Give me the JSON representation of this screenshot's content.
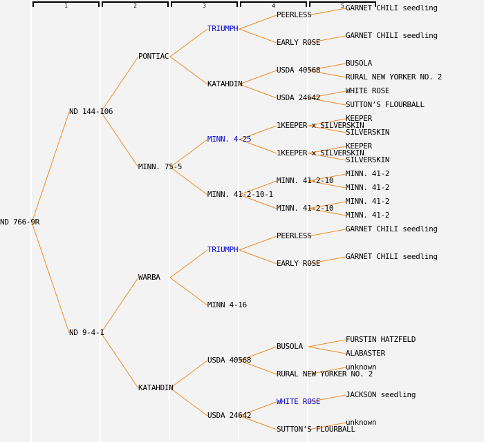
{
  "columns": [
    {
      "label": "1"
    },
    {
      "label": "2"
    },
    {
      "label": "3"
    },
    {
      "label": "4"
    },
    {
      "label": "5"
    }
  ],
  "colors": {
    "line": "#ee8a22",
    "highlight_text": "#0000cc",
    "text": "#000000",
    "background": "#f3f3f3"
  },
  "pedigree": {
    "name": "ND 766-9R",
    "children": [
      {
        "name": "ND 144-106",
        "children": [
          {
            "name": "PONTIAC",
            "children": [
              {
                "name": "TRIUMPH",
                "highlight": true,
                "children": [
                  {
                    "name": "PEERLESS",
                    "children": [
                      {
                        "name": "GARNET CHILI seedling"
                      }
                    ]
                  },
                  {
                    "name": "EARLY ROSE",
                    "children": [
                      {
                        "name": "GARNET CHILI seedling"
                      }
                    ]
                  }
                ]
              },
              {
                "name": "KATAHDIN",
                "children": [
                  {
                    "name": "USDA 40568",
                    "children": [
                      {
                        "name": "BUSOLA"
                      },
                      {
                        "name": "RURAL NEW YORKER NO. 2"
                      }
                    ]
                  },
                  {
                    "name": "USDA 24642",
                    "children": [
                      {
                        "name": "WHITE ROSE"
                      },
                      {
                        "name": "SUTTON’S FLOURBALL"
                      }
                    ]
                  }
                ]
              }
            ]
          },
          {
            "name": "MINN. 75-5",
            "children": [
              {
                "name": "MINN. 4-25",
                "highlight": true,
                "children": [
                  {
                    "name": "1KEEPER x SILVERSKIN",
                    "children": [
                      {
                        "name": "KEEPER"
                      },
                      {
                        "name": "SILVERSKIN"
                      }
                    ]
                  },
                  {
                    "name": "1KEEPER x SILVERSKIN",
                    "children": [
                      {
                        "name": "KEEPER"
                      },
                      {
                        "name": "SILVERSKIN"
                      }
                    ]
                  }
                ]
              },
              {
                "name": "MINN. 41-2-10-1",
                "children": [
                  {
                    "name": "MINN. 41-2-10",
                    "children": [
                      {
                        "name": "MINN. 41-2"
                      },
                      {
                        "name": "MINN. 41-2"
                      }
                    ]
                  },
                  {
                    "name": "MINN. 41-2-10",
                    "children": [
                      {
                        "name": "MINN. 41-2"
                      },
                      {
                        "name": "MINN. 41-2"
                      }
                    ]
                  }
                ]
              }
            ]
          }
        ]
      },
      {
        "name": "ND 9-4-1",
        "children": [
          {
            "name": "WARBA",
            "children": [
              {
                "name": "TRIUMPH",
                "highlight": true,
                "children": [
                  {
                    "name": "PEERLESS",
                    "children": [
                      {
                        "name": "GARNET CHILI seedling"
                      }
                    ]
                  },
                  {
                    "name": "EARLY ROSE",
                    "children": [
                      {
                        "name": "GARNET CHILI seedling"
                      }
                    ]
                  }
                ]
              },
              {
                "name": "MINN 4-16"
              }
            ]
          },
          {
            "name": "KATAHDIN",
            "children": [
              {
                "name": "USDA 40568",
                "children": [
                  {
                    "name": "BUSOLA",
                    "children": [
                      {
                        "name": "FURSTIN HATZFELD"
                      },
                      {
                        "name": "ALABASTER"
                      }
                    ]
                  },
                  {
                    "name": "RURAL NEW YORKER NO. 2",
                    "children": [
                      {
                        "name": "unknown"
                      }
                    ]
                  }
                ]
              },
              {
                "name": "USDA 24642",
                "children": [
                  {
                    "name": "WHITE ROSE",
                    "highlight": true,
                    "children": [
                      {
                        "name": "JACKSON seedling"
                      }
                    ]
                  },
                  {
                    "name": "SUTTON’S FLOURBALL",
                    "children": [
                      {
                        "name": "unknown"
                      }
                    ]
                  }
                ]
              }
            ]
          }
        ]
      }
    ]
  }
}
